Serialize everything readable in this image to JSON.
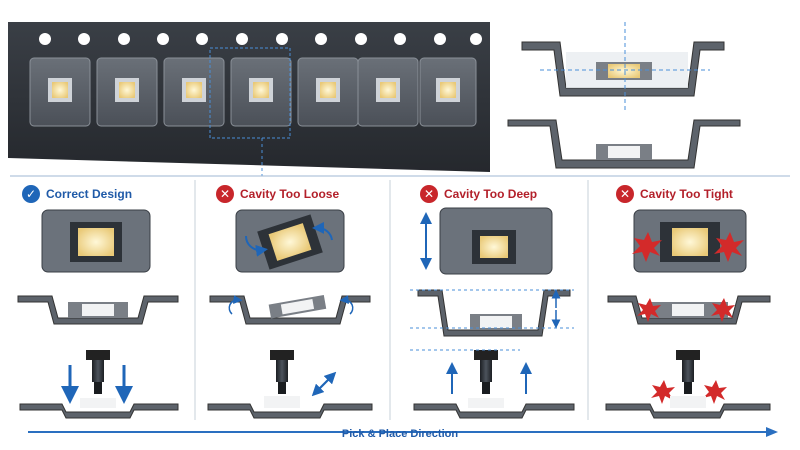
{
  "columns": [
    {
      "id": "correct",
      "status": "ok",
      "title": "Correct Design"
    },
    {
      "id": "loose",
      "status": "bad",
      "title": "Cavity Too Loose"
    },
    {
      "id": "deep",
      "status": "bad",
      "title": "Cavity Too Deep"
    },
    {
      "id": "tight",
      "status": "bad",
      "title": "Cavity Too Tight"
    }
  ],
  "footer": {
    "label": "Pick & Place Direction"
  },
  "icons": {
    "ok": "check-icon",
    "bad": "x-icon"
  },
  "colors": {
    "accent": "#1f66b8",
    "error": "#c8262b",
    "tape": "#2e3238"
  }
}
